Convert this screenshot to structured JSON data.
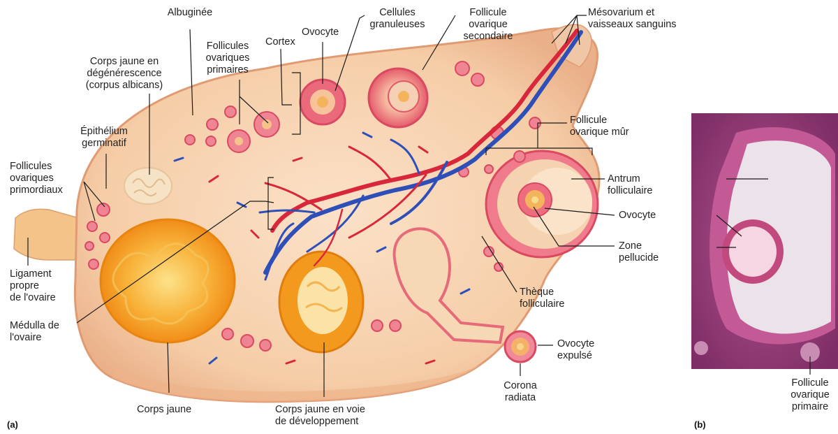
{
  "panels": {
    "a": "(a)",
    "b": "(b)"
  },
  "labels": {
    "albuginee": [
      "Albuginée"
    ],
    "cellules_granuleuses": [
      "Cellules",
      "granuleuses"
    ],
    "follicule_secondaire": [
      "Follicule",
      "ovarique",
      "secondaire"
    ],
    "mesovarium": [
      "Mésovarium et",
      "vaisseaux sanguins"
    ],
    "corps_jaune_degen": [
      "Corps jaune en",
      "dégénérescence",
      "(corpus albicans)"
    ],
    "follicules_primaires": [
      "Follicules",
      "ovariques",
      "primaires"
    ],
    "cortex": [
      "Cortex"
    ],
    "ovocyte_top": [
      "Ovocyte"
    ],
    "epithelium": [
      "Épithélium",
      "germinatif"
    ],
    "follicule_mur": [
      "Follicule",
      "ovarique mûr"
    ],
    "follicules_primordiaux": [
      "Follicules",
      "ovariques",
      "primordiaux"
    ],
    "antrum": [
      "Antrum",
      "folliculaire"
    ],
    "ovocyte_right": [
      "Ovocyte"
    ],
    "zone_pellucide": [
      "Zone",
      "pellucide"
    ],
    "ligament": [
      "Ligament",
      "propre",
      "de l'ovaire"
    ],
    "theque": [
      "Thèque",
      "folliculaire"
    ],
    "medulla": [
      "Médulla de",
      "l'ovaire"
    ],
    "ovocyte_expulse": [
      "Ovocyte",
      "expulsé"
    ],
    "corona": [
      "Corona",
      "radiata"
    ],
    "corps_jaune": [
      "Corps jaune"
    ],
    "corps_jaune_dev": [
      "Corps jaune en voie",
      "de développement"
    ],
    "follicule_primaire_b": [
      "Follicule",
      "ovarique",
      "primaire"
    ]
  },
  "colors": {
    "ovary_fill": "#f6d3b0",
    "ovary_edge": "#e9a47c",
    "artery": "#d8273a",
    "vein": "#2f4fb8",
    "corpus_luteum": "#f39a12",
    "follicle_ring": "#e25a6a",
    "histology_bg": "#9a3e76",
    "antrum_light": "#ece3ea",
    "leader_line": "#1a1a1a"
  }
}
